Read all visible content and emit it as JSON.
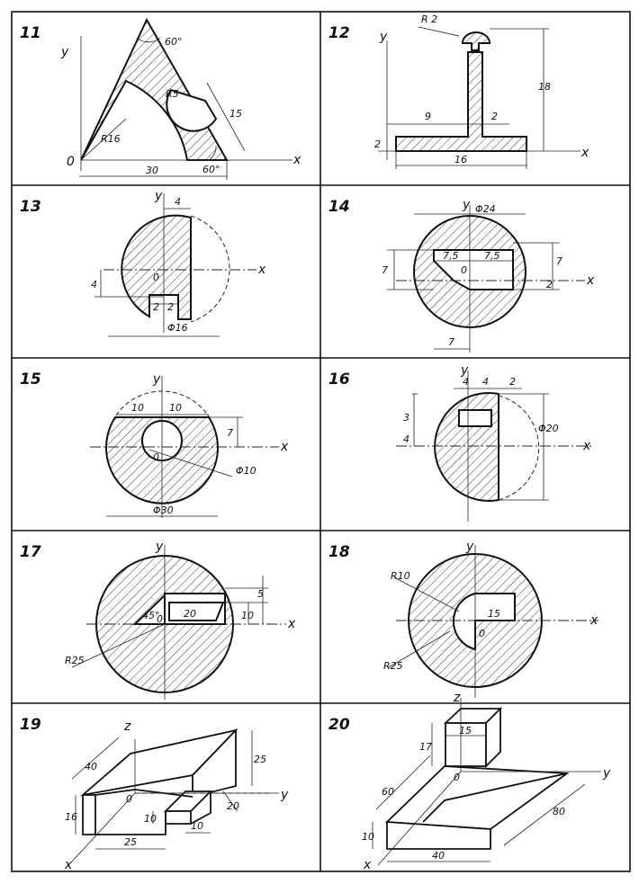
{
  "panels": [
    {
      "number": "11",
      "labels": [
        "60°",
        "R5",
        "15",
        "R16",
        "30",
        "60°",
        "0",
        "y",
        "x"
      ]
    },
    {
      "number": "12",
      "labels": [
        "R 2",
        "y",
        "18",
        "9",
        "2",
        "2",
        "16",
        "x"
      ]
    },
    {
      "number": "13",
      "labels": [
        "y",
        "4",
        "0",
        "x",
        "4",
        "2",
        "2",
        "Φ16"
      ]
    },
    {
      "number": "14",
      "labels": [
        "y",
        "Φ24",
        "7,5",
        "7,5",
        "0",
        "7",
        "7",
        "2",
        "x",
        "7"
      ]
    },
    {
      "number": "15",
      "labels": [
        "y",
        "10",
        "10",
        "7",
        "0",
        "x",
        "Φ10",
        "Φ30"
      ]
    },
    {
      "number": "16",
      "labels": [
        "y",
        "4",
        "4",
        "2",
        "3",
        "4",
        "x",
        "Φ20"
      ]
    },
    {
      "number": "17",
      "labels": [
        "y",
        "5",
        "10",
        "20",
        "45°",
        "0",
        "x",
        "R25"
      ]
    },
    {
      "number": "18",
      "labels": [
        "y",
        "R10",
        "15",
        "0",
        "x",
        "R25"
      ]
    },
    {
      "number": "19",
      "labels": [
        "z",
        "40",
        "25",
        "16",
        "0",
        "y",
        "10",
        "20",
        "10",
        "25",
        "x"
      ]
    },
    {
      "number": "20",
      "labels": [
        "z",
        "17",
        "15",
        "0",
        "y",
        "60",
        "80",
        "10",
        "40",
        "x"
      ]
    }
  ]
}
